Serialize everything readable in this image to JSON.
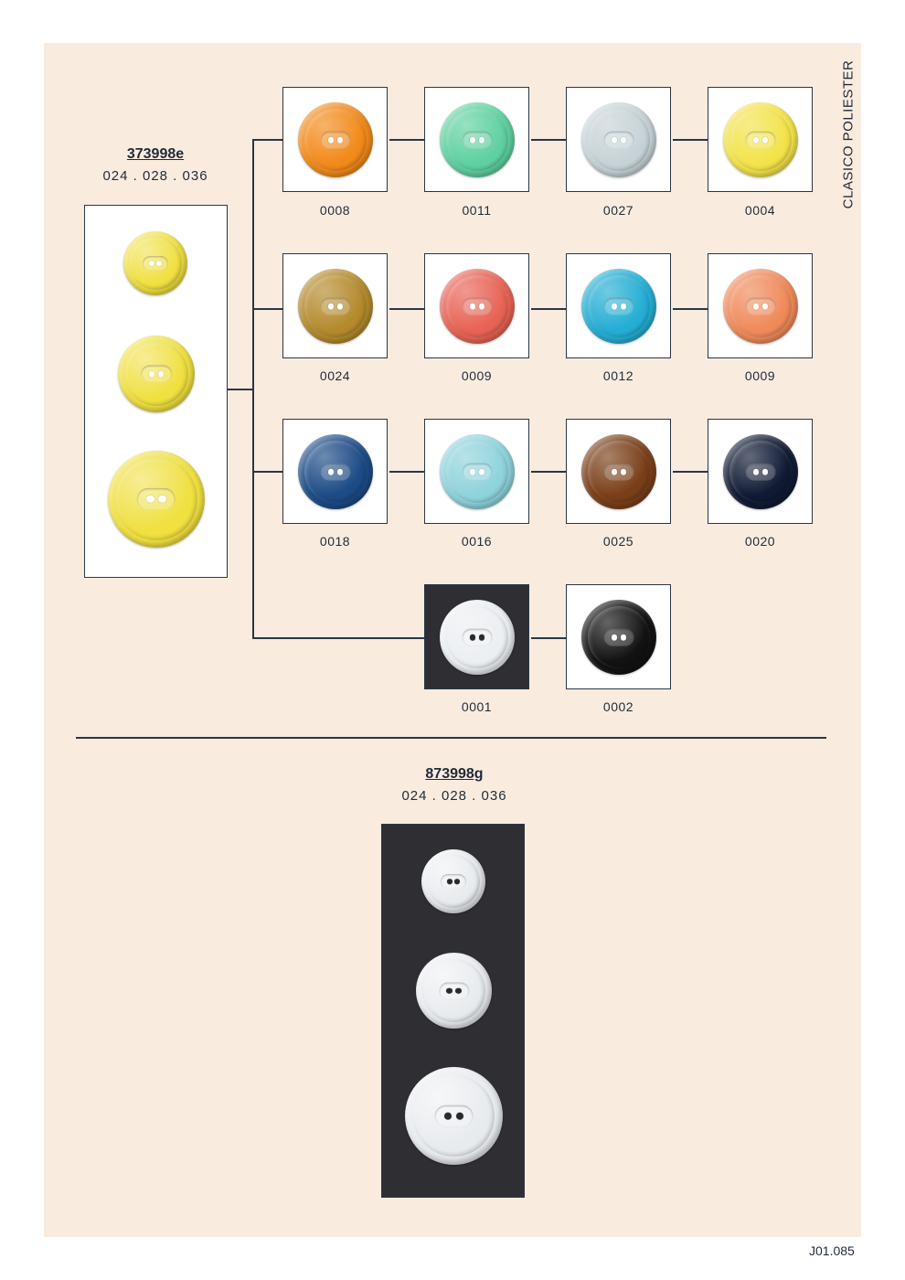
{
  "side_title": "CLASICO POLIESTER",
  "section1": {
    "code": "373998e",
    "sizes": "024 . 028 . 036"
  },
  "section2": {
    "code": "873998g",
    "sizes": "024 . 028 . 036"
  },
  "swatches": [
    {
      "code": "0008",
      "color": "#f28a1a"
    },
    {
      "code": "0011",
      "color": "#5fd1a0"
    },
    {
      "code": "0027",
      "color": "#c6d3d6"
    },
    {
      "code": "0004",
      "color": "#f3e34a"
    },
    {
      "code": "0024",
      "color": "#b48a2c"
    },
    {
      "code": "0009",
      "color": "#e86355"
    },
    {
      "code": "0012",
      "color": "#24aed4"
    },
    {
      "code": "0009",
      "color": "#f08a5a"
    },
    {
      "code": "0018",
      "color": "#1c4b86"
    },
    {
      "code": "0016",
      "color": "#8fd3dc"
    },
    {
      "code": "0025",
      "color": "#7a3f18"
    },
    {
      "code": "0020",
      "color": "#0f1a33"
    },
    {
      "code": "0001",
      "color": "#eceff2"
    },
    {
      "code": "0002",
      "color": "#121212"
    }
  ],
  "section1_buttons_color": "#f0e040",
  "section2_buttons_color": "#e8ebee",
  "footer": "J01.085"
}
